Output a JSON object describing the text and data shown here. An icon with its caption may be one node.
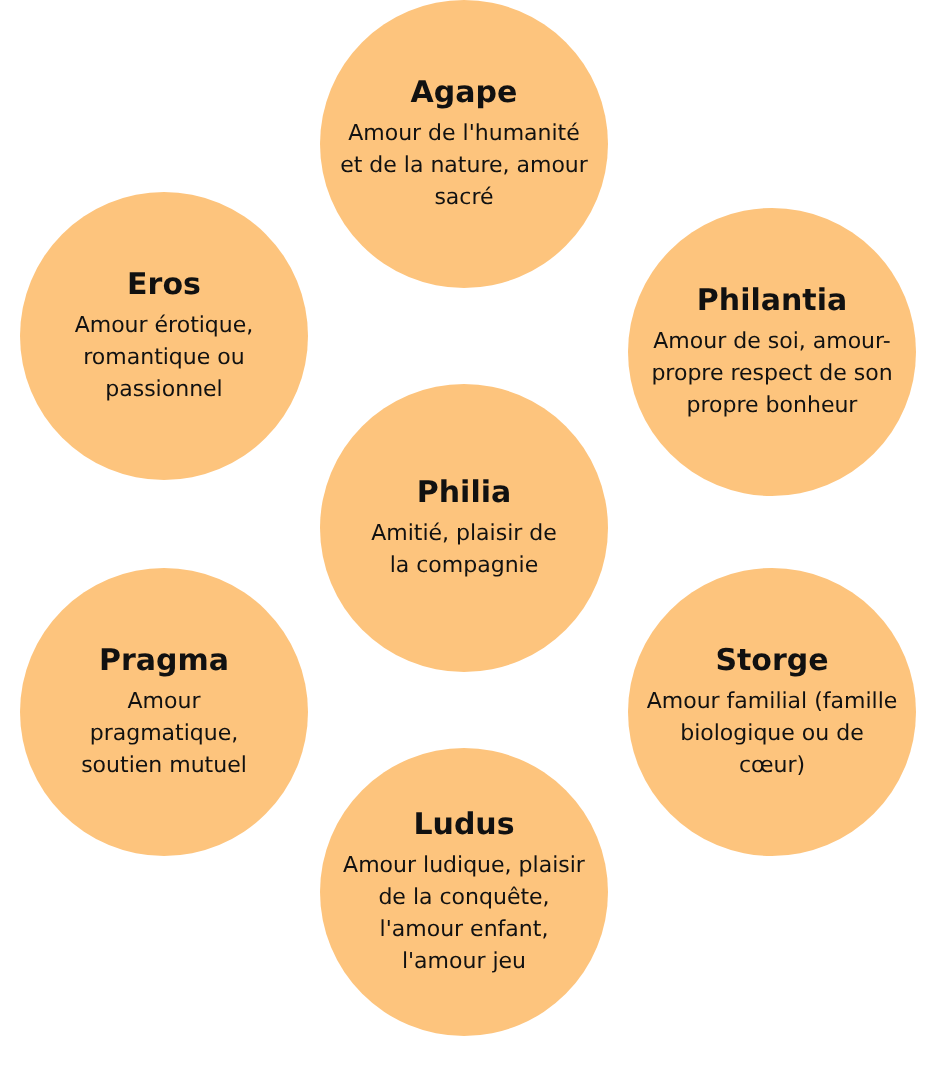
{
  "diagram": {
    "nodes": [
      {
        "text": [
          "Agape",
          "Amour de l'humanité et de la nature, amour sacré"
        ]
      },
      {
        "text": [
          "Eros",
          "Amour érotique, romantique ou passionnel"
        ]
      },
      {
        "text": [
          "Philantia",
          "Amour de soi, amour-propre respect de son propre bonheur"
        ]
      },
      {
        "text": [
          "Philia",
          "Amitié, plaisir de la compagnie"
        ]
      },
      {
        "text": [
          "Pragma",
          "Amour pragmatique, soutien mutuel"
        ]
      },
      {
        "text": [
          "Storge",
          "Amour familial (famille biologique ou de cœur)"
        ]
      },
      {
        "text": [
          "Ludus",
          "Amour ludique, plaisir de la conquête, l'amour enfant, l'amour jeu"
        ]
      }
    ]
  }
}
